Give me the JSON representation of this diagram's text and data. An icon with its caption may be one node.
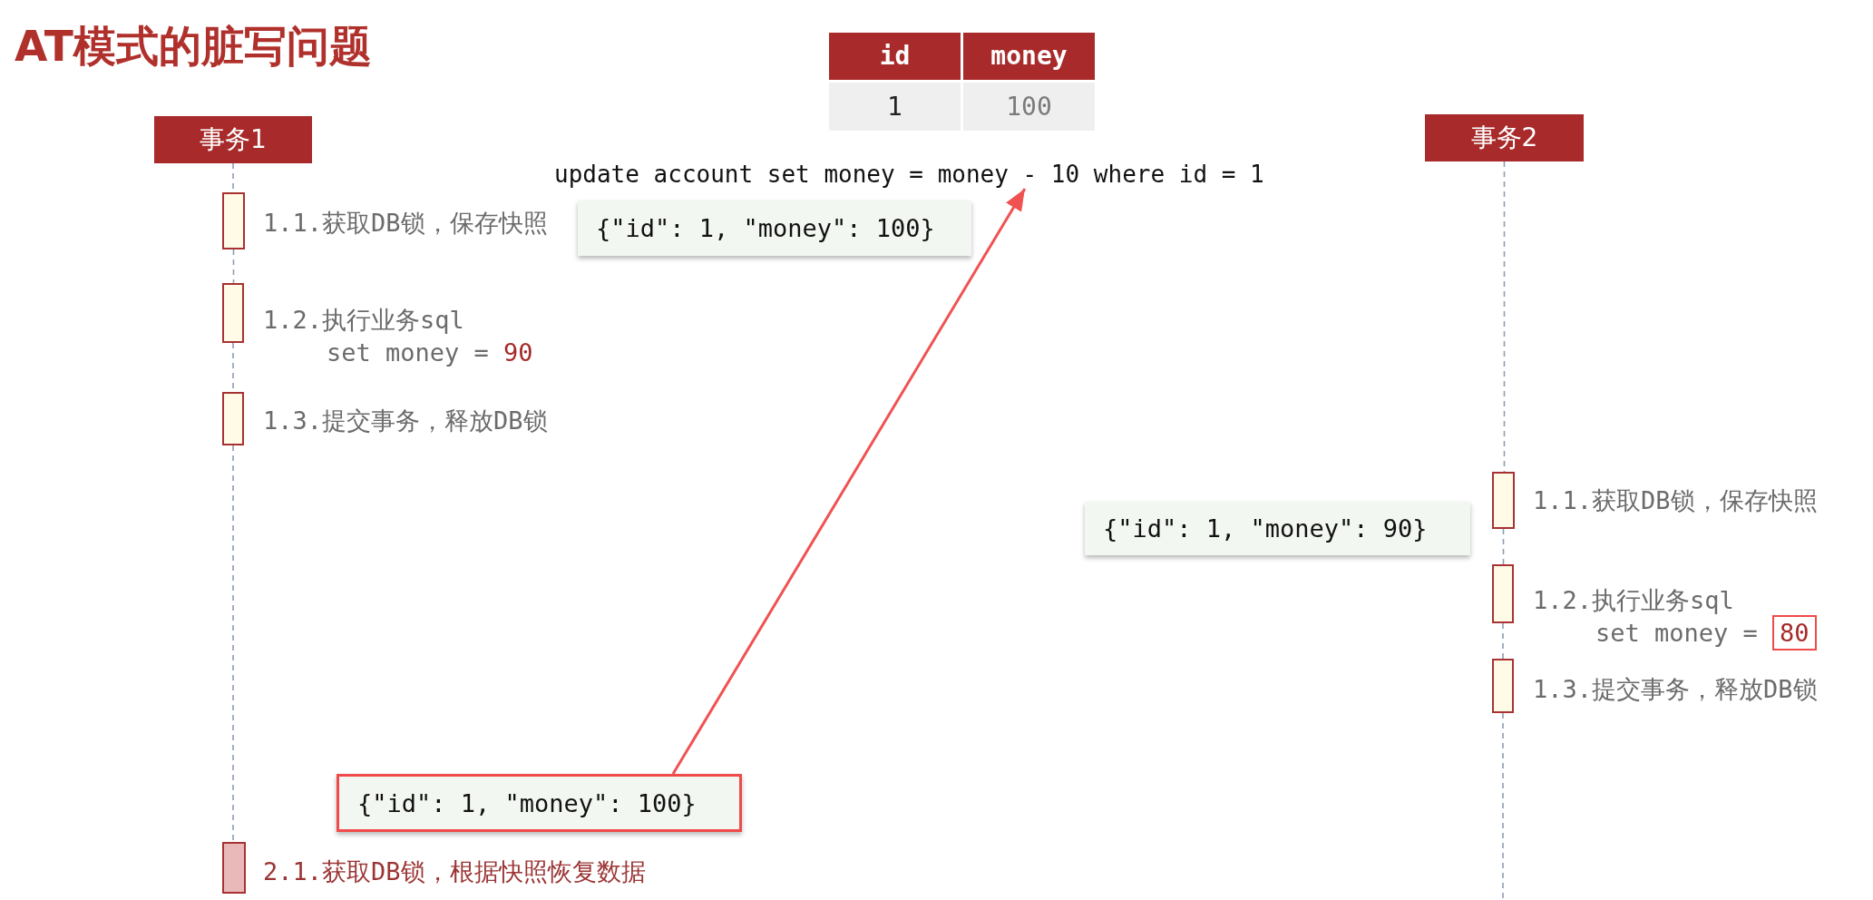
{
  "diagram": {
    "title": "AT模式的脏写问题",
    "nodes": [
      {
        "text": [
          "事务1"
        ]
      },
      {
        "text": [
          "事务2"
        ]
      },
      {
        "text": [
          "update account set money = money - 10 where id = 1"
        ]
      },
      {
        "text": [],
        "shape": "bar",
        "beside": [
          "1.1.获取DB锁，保存快照"
        ]
      },
      {
        "text": [
          "{\"id\": 1, \"money\": 100}"
        ]
      },
      {
        "text": [],
        "shape": "bar",
        "beside": [
          "1.2.执行业务sql",
          "set money = 90"
        ]
      },
      {
        "text": [],
        "shape": "bar",
        "beside": [
          "1.3.提交事务，释放DB锁"
        ]
      },
      {
        "text": [],
        "shape": "bar",
        "beside": [
          "1.1.获取DB锁，保存快照"
        ]
      },
      {
        "text": [
          "{\"id\": 1, \"money\": 90}"
        ]
      },
      {
        "text": [],
        "shape": "bar",
        "beside": [
          "1.2.执行业务sql",
          "set money = 80"
        ]
      },
      {
        "text": [],
        "shape": "bar",
        "beside": [
          "1.3.提交事务，释放DB锁"
        ]
      },
      {
        "text": [
          "{\"id\": 1, \"money\": 100}"
        ]
      },
      {
        "text": [],
        "shape": "bar",
        "beside": [
          "2.1.获取DB锁，根据快照恢复数据"
        ]
      }
    ],
    "edges": [
      {
        "from": 0,
        "to": 3,
        "arrow": "none",
        "style": "dashed"
      },
      {
        "from": 3,
        "to": 5,
        "arrow": "none",
        "style": "dashed"
      },
      {
        "from": 5,
        "to": 6,
        "arrow": "none",
        "style": "dashed"
      },
      {
        "from": 6,
        "to": 12,
        "arrow": "none",
        "style": "dashed"
      },
      {
        "from": 1,
        "to": 7,
        "arrow": "none",
        "style": "dashed"
      },
      {
        "from": 7,
        "to": 9,
        "arrow": "none",
        "style": "dashed"
      },
      {
        "from": 9,
        "to": 10,
        "arrow": "none",
        "style": "dashed"
      },
      {
        "from": 10,
        "to": null,
        "arrow": "none",
        "style": "dashed"
      },
      {
        "from": 11,
        "to": 2,
        "arrow": "to",
        "color": "#f05252"
      }
    ],
    "labels": [
      "id",
      "money",
      "1",
      "100"
    ]
  }
}
